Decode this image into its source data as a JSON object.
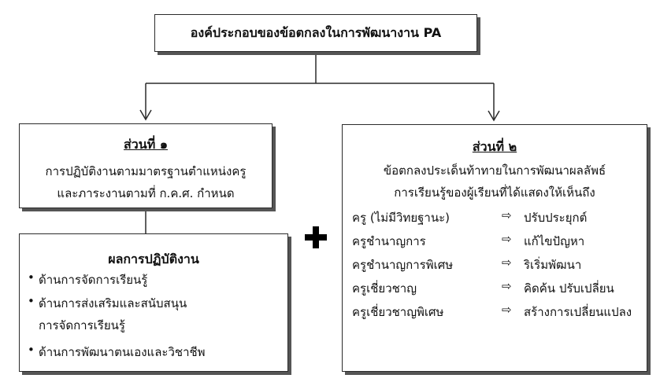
{
  "top": {
    "title": "องค์ประกอบของข้อตกลงในการพัฒนางาน PA"
  },
  "part1": {
    "title": "ส่วนที่ ๑",
    "line1": "การปฏิบัติงานตามมาตรฐานตำแหน่งครู",
    "line2": "และภาระงานตามที่ ก.ค.ศ. กำหนด"
  },
  "results": {
    "title": "ผลการปฏิบัติงาน",
    "items": [
      {
        "bullet": "•",
        "text": "ด้านการจัดการเรียนรู้"
      },
      {
        "bullet": "•",
        "text": "ด้านการส่งเสริมและสนับสนุน",
        "cont": "การจัดการเรียนรู้"
      },
      {
        "bullet": "•",
        "text": "ด้านการพัฒนาตนเองและวิชาชีพ"
      }
    ]
  },
  "part2": {
    "title": "ส่วนที่ ๒",
    "line1": "ข้อตกลงประเด็นท้าทายในการพัฒนาผลลัพธ์",
    "line2": "การเรียนรู้ของผู้เรียนที่ได้แสดงให้เห็นถึง",
    "arrow_glyph": "⇨",
    "rows": [
      {
        "rank": "ครู (ไม่มีวิทยฐานะ)",
        "result": "ปรับประยุกต์"
      },
      {
        "rank": "ครูชำนาญการ",
        "result": "แก้ไขปัญหา"
      },
      {
        "rank": "ครูชำนาญการพิเศษ",
        "result": "ริเริ่มพัฒนา"
      },
      {
        "rank": "ครูเชี่ยวชาญ",
        "result": "คิดค้น ปรับเปลี่ยน"
      },
      {
        "rank": "ครูเชี่ยวชาญพิเศษ",
        "result": "สร้างการเปลี่ยนแปลง"
      }
    ]
  }
}
